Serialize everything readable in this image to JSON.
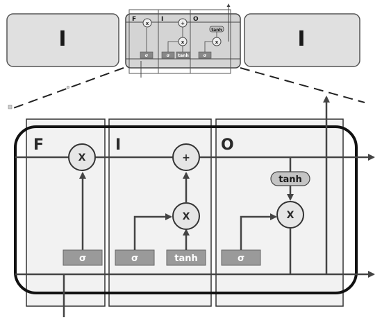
{
  "top": {
    "left_cell_label": "I",
    "right_cell_label": "I",
    "gate_labels": {
      "forget": "F",
      "input": "I",
      "output": "O"
    },
    "ops": {
      "forget_multiply": "x",
      "add": "+",
      "input_multiply": "x",
      "output_multiply": "x"
    },
    "sigma_label": "σ",
    "tanh_label": "tanh"
  },
  "main": {
    "gate_labels": {
      "forget": "F",
      "input": "I",
      "output": "O"
    },
    "ops": {
      "forget_multiply": "X",
      "add": "+",
      "input_multiply": "X",
      "output_multiply": "X"
    },
    "sigma_label": "σ",
    "tanh_label": "tanh"
  }
}
